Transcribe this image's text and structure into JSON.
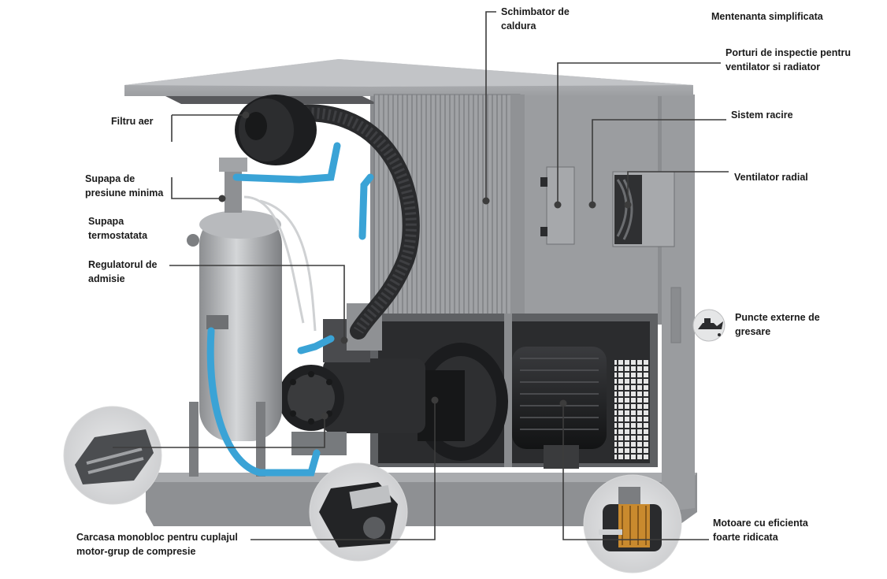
{
  "labels": {
    "heat_exchanger": {
      "line1": "Schimbator de",
      "line2": "caldura"
    },
    "maintenance": {
      "line1": "Mentenanta simplificata"
    },
    "inspection_ports": {
      "line1": "Porturi de inspectie pentru",
      "line2": "ventilator si radiator"
    },
    "cooling_system": {
      "line1": "Sistem racire"
    },
    "radial_fan": {
      "line1": "Ventilator radial"
    },
    "air_filter": {
      "line1": "Filtru aer"
    },
    "min_pressure_valve": {
      "line1": "Supapa de",
      "line2": "presiune minima"
    },
    "thermostatic_valve": {
      "line1": "Supapa",
      "line2": "termostatata"
    },
    "intake_regulator": {
      "line1": "Regulatorul de",
      "line2": "admisie"
    },
    "greasing_points": {
      "line1": "Puncte externe de",
      "line2": "gresare"
    },
    "monobloc_housing": {
      "line1": "Carcasa monobloc pentru cuplajul",
      "line2": "motor-grup de compresie"
    },
    "efficient_motors": {
      "line1": "Motoare cu eficienta",
      "line2": "foarte ridicata"
    }
  },
  "colors": {
    "panel": "#8f9194",
    "panel_dark": "#6e7073",
    "roof": "#b5b7ba",
    "hose_blue": "#3aa3d6",
    "motor": "#1e1f21",
    "leader": "#3c3c3c"
  },
  "icons": [
    "oil-can-icon"
  ]
}
